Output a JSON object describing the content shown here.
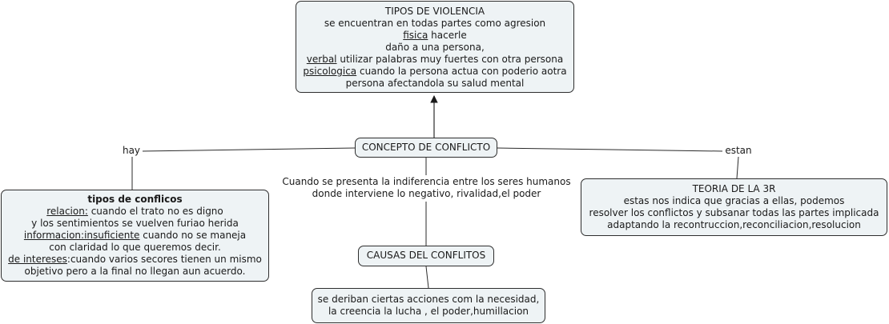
{
  "colors": {
    "node_fill": "#eef3f5",
    "node_border": "#2e2e2e",
    "link": "#2a2a2a"
  },
  "nodes": {
    "violence": {
      "title": "TIPOS DE VIOLENCIA",
      "line1": "se encuentran en todas partes como agresion",
      "fisica_term": "fisica",
      "fisica_rest": " hacerle",
      "line3": "daño a una persona,",
      "verbal_term": "verbal",
      "verbal_rest": " utilizar palabras muy fuertes con otra persona",
      "psico_term": "psicologica",
      "psico_rest": " cuando la persona actua con poderio aotra",
      "line6": "persona afectandola su salud mental"
    },
    "concept": {
      "text": "CONCEPTO DE CONFLICTO"
    },
    "types": {
      "title": "tipos de conflicos",
      "relacion_term": "relacion:",
      "relacion_rest": " cuando el trato no es digno",
      "line2": "y los sentimientos se vuelven furiao herida",
      "info_term": "informacion:insuficiente",
      "info_rest": " cuando no se maneja",
      "line4": "con claridad lo que queremos decir.",
      "intereses_term": "de intereses",
      "intereses_rest": ":cuando varios secores tienen un mismo",
      "line6": "objetivo pero a la final no llegan aun acuerdo."
    },
    "theory": {
      "title": "TEORIA DE LA 3R",
      "line1": "estas nos indica  que  gracias a ellas, podemos",
      "line2": "resolver los conflictos y subsanar  todas las partes implicada",
      "line3": "adaptando la recontruccion,reconciliacion,resolucion"
    },
    "causes": {
      "text": "CAUSAS DEL CONFLITOS"
    },
    "effects": {
      "line1": "se deriban ciertas acciones com la necesidad,",
      "line2": "la creencia la lucha , el poder,humillacion"
    }
  },
  "link_labels": {
    "hay": "hay",
    "estan": "estan",
    "cause_line1": "Cuando se presenta la indiferencia entre los seres humanos",
    "cause_line2": "donde interviene lo negativo, rivalidad,el poder"
  }
}
